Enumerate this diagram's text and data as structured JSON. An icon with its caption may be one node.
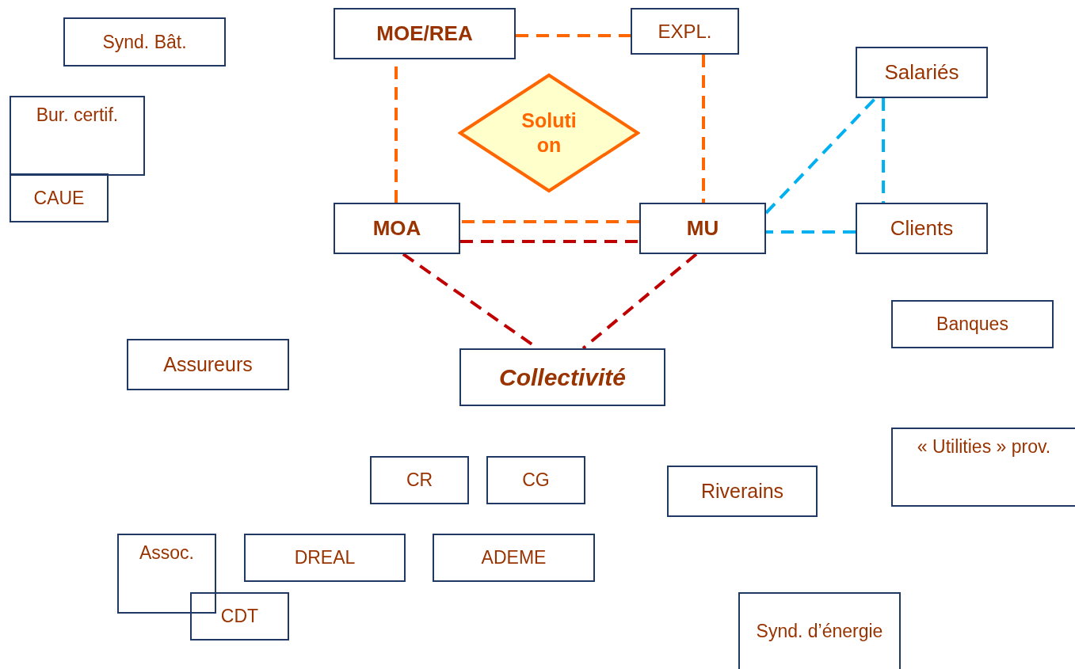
{
  "diagram": {
    "nodes": [
      {
        "text": [
          "Synd. Bât."
        ]
      },
      {
        "text": [
          "Bur. certif."
        ]
      },
      {
        "text": [
          "CAUE"
        ]
      },
      {
        "text": [
          "MOE/REA"
        ]
      },
      {
        "text": [
          "EXPL."
        ]
      },
      {
        "text": [
          "Solution"
        ]
      },
      {
        "text": [
          "Salariés"
        ]
      },
      {
        "text": [
          "MOA"
        ]
      },
      {
        "text": [
          "MU"
        ]
      },
      {
        "text": [
          "Clients"
        ]
      },
      {
        "text": [
          "Banques"
        ]
      },
      {
        "text": [
          "Assureurs"
        ]
      },
      {
        "text": [
          "Collectivité"
        ]
      },
      {
        "text": [
          "« Utilities » prov."
        ]
      },
      {
        "text": [
          "CR"
        ]
      },
      {
        "text": [
          "CG"
        ]
      },
      {
        "text": [
          "Riverains"
        ]
      },
      {
        "text": [
          "Assoc."
        ]
      },
      {
        "text": [
          "DREAL"
        ]
      },
      {
        "text": [
          "ADEME"
        ]
      },
      {
        "text": [
          "CDT"
        ]
      },
      {
        "text": [
          "Synd. d’énergie"
        ]
      }
    ],
    "edges": [
      {
        "from": 3,
        "to": 4,
        "arrow": "none",
        "style": "dashed",
        "color": "#ff6600"
      },
      {
        "from": 4,
        "to": 8,
        "arrow": "none",
        "style": "dashed",
        "color": "#ff6600"
      },
      {
        "from": 8,
        "to": 7,
        "arrow": "none",
        "style": "dashed",
        "color": "#ff6600"
      },
      {
        "from": 7,
        "to": 3,
        "arrow": "none",
        "style": "dashed",
        "color": "#ff6600"
      },
      {
        "from": 7,
        "to": 8,
        "arrow": "none",
        "style": "dashed",
        "color": "#c00000"
      },
      {
        "from": 7,
        "to": 12,
        "arrow": "none",
        "style": "dashed",
        "color": "#c00000"
      },
      {
        "from": 8,
        "to": 12,
        "arrow": "none",
        "style": "dashed",
        "color": "#c00000"
      },
      {
        "from": 8,
        "to": 6,
        "arrow": "none",
        "style": "dashed",
        "color": "#00b0f0"
      },
      {
        "from": 6,
        "to": 9,
        "arrow": "none",
        "style": "dashed",
        "color": "#00b0f0"
      },
      {
        "from": 9,
        "to": 8,
        "arrow": "none",
        "style": "dashed",
        "color": "#00b0f0"
      }
    ]
  }
}
